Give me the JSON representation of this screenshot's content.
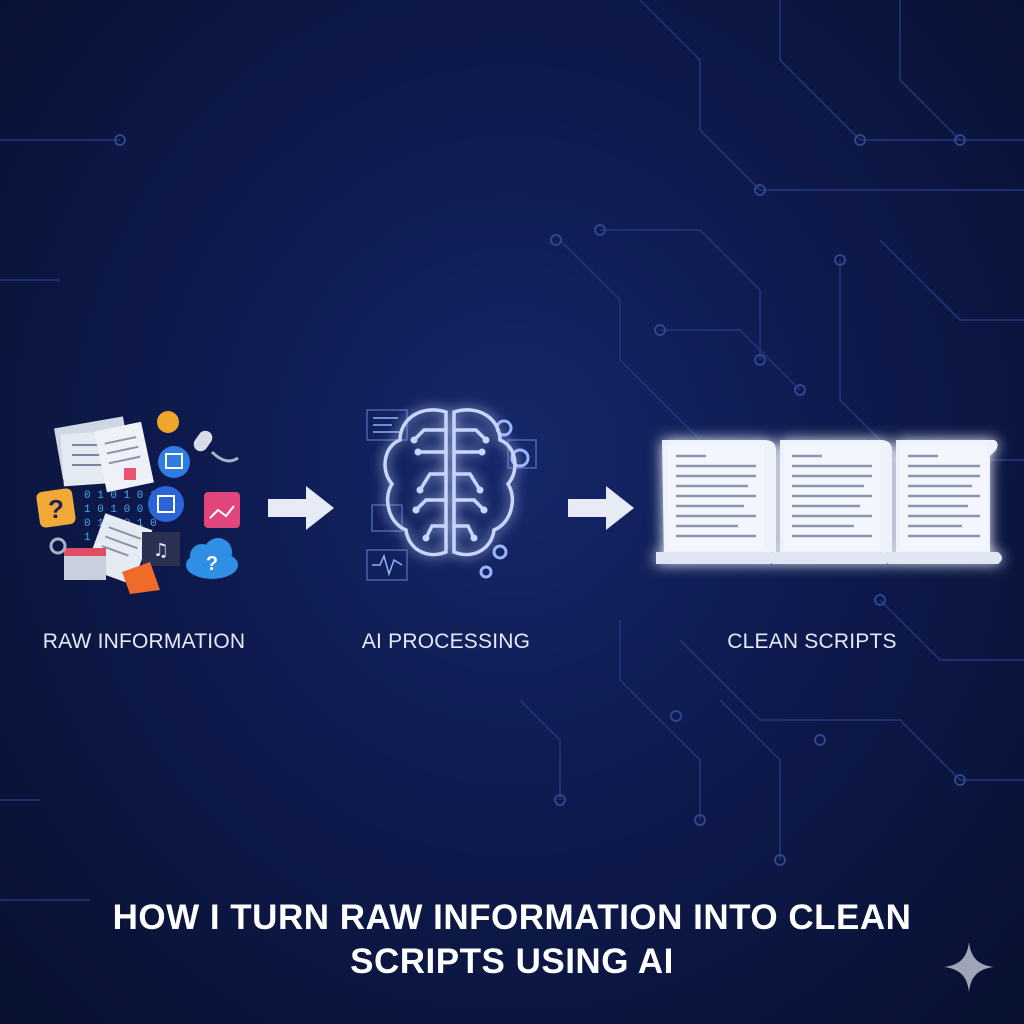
{
  "stages": [
    {
      "label": "RAW INFORMATION",
      "icon": "raw-information-collage-icon"
    },
    {
      "label": "AI PROCESSING",
      "icon": "ai-brain-circuit-icon"
    },
    {
      "label": "CLEAN SCRIPTS",
      "icon": "script-scroll-icon"
    }
  ],
  "headline": {
    "line1": "HOW I TURN RAW INFORMATION INTO CLEAN",
    "line2": "SCRIPTS USING AI"
  },
  "collage_glyphs": {
    "question": "?",
    "binary_rows": [
      "0 1 0 1 0 1",
      "1 0 1 0 0 1",
      "0 1 1 0 1 0",
      "1 0 0 1 0 1"
    ]
  },
  "colors": {
    "background": "#0e1a4e",
    "circuit": "#2a3f86",
    "glow": "#5b7cff",
    "text": "#e6ebf7"
  }
}
